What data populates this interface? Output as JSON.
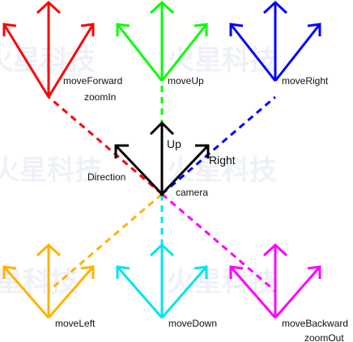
{
  "center": {
    "label": "camera"
  },
  "axes": {
    "up": "Up",
    "right": "Right",
    "direction": "Direction"
  },
  "moves": [
    {
      "id": "moveForward",
      "label": "moveForward",
      "sub": "zoomIn",
      "color": "#ff0000"
    },
    {
      "id": "moveUp",
      "label": "moveUp",
      "sub": "",
      "color": "#00ff00"
    },
    {
      "id": "moveRight",
      "label": "moveRight",
      "sub": "",
      "color": "#0000ff"
    },
    {
      "id": "moveLeft",
      "label": "moveLeft",
      "sub": "",
      "color": "#ffb300"
    },
    {
      "id": "moveDown",
      "label": "moveDown",
      "sub": "",
      "color": "#00e5ee"
    },
    {
      "id": "moveBackward",
      "label": "moveBackward",
      "sub": "zoomOut",
      "color": "#ff00ff"
    }
  ],
  "watermark": "火星科技"
}
